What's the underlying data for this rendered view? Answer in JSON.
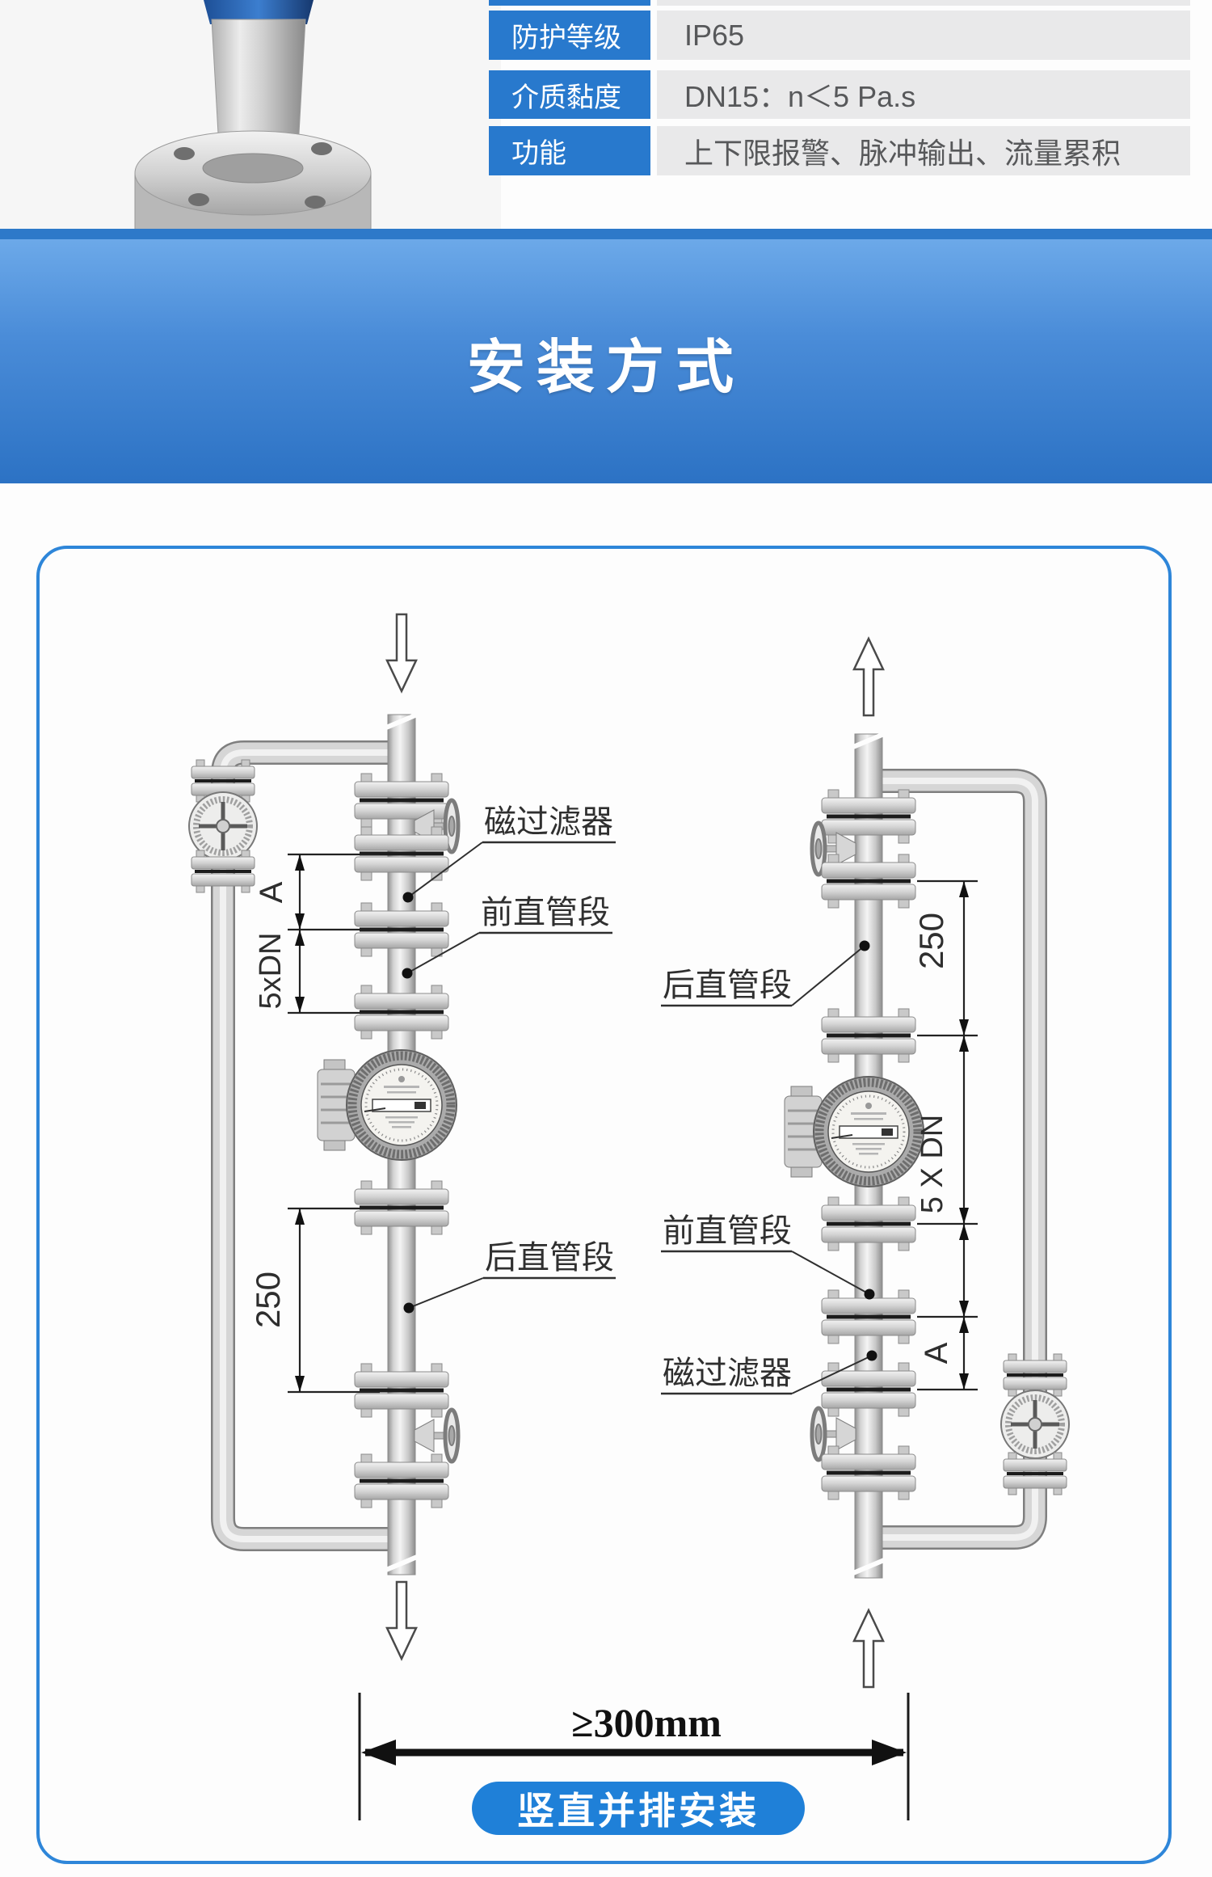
{
  "spec_table": {
    "rows": [
      {
        "label": "防护等级",
        "value": "IP65"
      },
      {
        "label": "介质黏度",
        "value": "DN15：n＜5 Pa.s"
      },
      {
        "label": "功能",
        "value": "上下限报警、脉冲输出、流量累积"
      }
    ]
  },
  "banner": {
    "title": "安装方式"
  },
  "diagram": {
    "left": {
      "label_filter": "磁过滤器",
      "label_front": "前直管段",
      "label_rear": "后直管段",
      "dim_a": "A",
      "dim_5dn": "5xDN",
      "dim_250": "250"
    },
    "right": {
      "label_rear": "后直管段",
      "label_front": "前直管段",
      "label_filter": "磁过滤器",
      "dim_250": "250",
      "dim_5dn": "5 X DN",
      "dim_a": "A"
    },
    "spacing_text": "≥300mm",
    "caption": "竖直并排安装"
  },
  "colors": {
    "table_label_blue": "#2879cd",
    "table_value_gray": "#e9e9ea",
    "banner_top": "#6ca9e9",
    "banner_bottom": "#2c72c4",
    "frame_border_blue": "#2e86d9",
    "pill_blue": "#1f80d8"
  }
}
